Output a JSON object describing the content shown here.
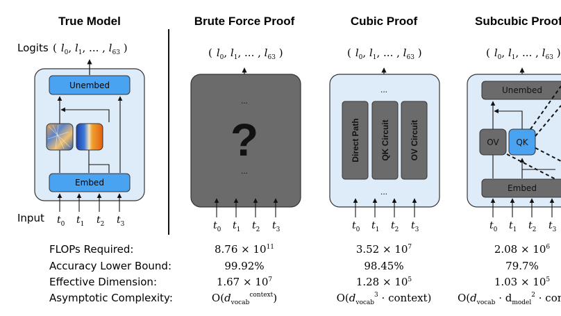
{
  "columns": {
    "true_model": {
      "title": "True Model",
      "logits_label": "Logits",
      "logits_expr": [
        "l",
        "0",
        "l",
        "1",
        "...",
        "l",
        "63"
      ],
      "input_label": "Input",
      "unembed_label": "Unembed",
      "embed_label": "Embed",
      "tokens": [
        "t0",
        "t1",
        "t2",
        "t3"
      ]
    },
    "brute_force": {
      "title": "Brute Force Proof",
      "question_mark": "?",
      "dots_top": "...",
      "dots_bottom": "..."
    },
    "cubic": {
      "title": "Cubic Proof",
      "blocks": [
        "Direct Path",
        "QK Circuit",
        "OV Circuit"
      ],
      "dots_top": "...",
      "dots_bottom": "..."
    },
    "subcubic": {
      "title": "Subcubic Proof",
      "unembed_label": "Unembed",
      "ov_label": "OV",
      "qk_label": "QK",
      "embed_label": "Embed"
    }
  },
  "metrics": {
    "labels": [
      "FLOPs Required:",
      "Accuracy Lower Bound:",
      "Effective Dimension:",
      "Asymptotic Complexity:"
    ],
    "brute_force": {
      "flops_base": "8.76 × 10",
      "flops_exp": "11",
      "accuracy": "99.92%",
      "dim_base": "1.67 × 10",
      "dim_exp": "7",
      "complexity_pre": "O(",
      "complexity_d": "d",
      "complexity_sub": "vocab",
      "complexity_sup": "context",
      "complexity_post": ")"
    },
    "cubic": {
      "flops_base": "3.52 × 10",
      "flops_exp": "7",
      "accuracy": "98.45%",
      "dim_base": "1.28 × 10",
      "dim_exp": "5",
      "complexity_pre": "O(",
      "complexity_d": "d",
      "complexity_sub": "vocab",
      "complexity_sup": "3",
      "complexity_post": " · context)"
    },
    "subcubic": {
      "flops_base": "2.08 × 10",
      "flops_exp": "6",
      "accuracy": "79.7%",
      "dim_base": "1.03 × 10",
      "dim_exp": "5",
      "complexity_pre": "O(",
      "complexity_d": "d",
      "complexity_sub": "vocab",
      "complexity_mid": " · d",
      "complexity_sub2": "model",
      "complexity_sup2": "2",
      "complexity_post": " · con"
    }
  },
  "colors": {
    "panel_fill": "#deebf8",
    "panel_stroke": "#333333",
    "blue_box": "#4aa3f0",
    "dark_box": "#6b6b6b",
    "gray_box": "#777777",
    "divider": "#111111"
  }
}
